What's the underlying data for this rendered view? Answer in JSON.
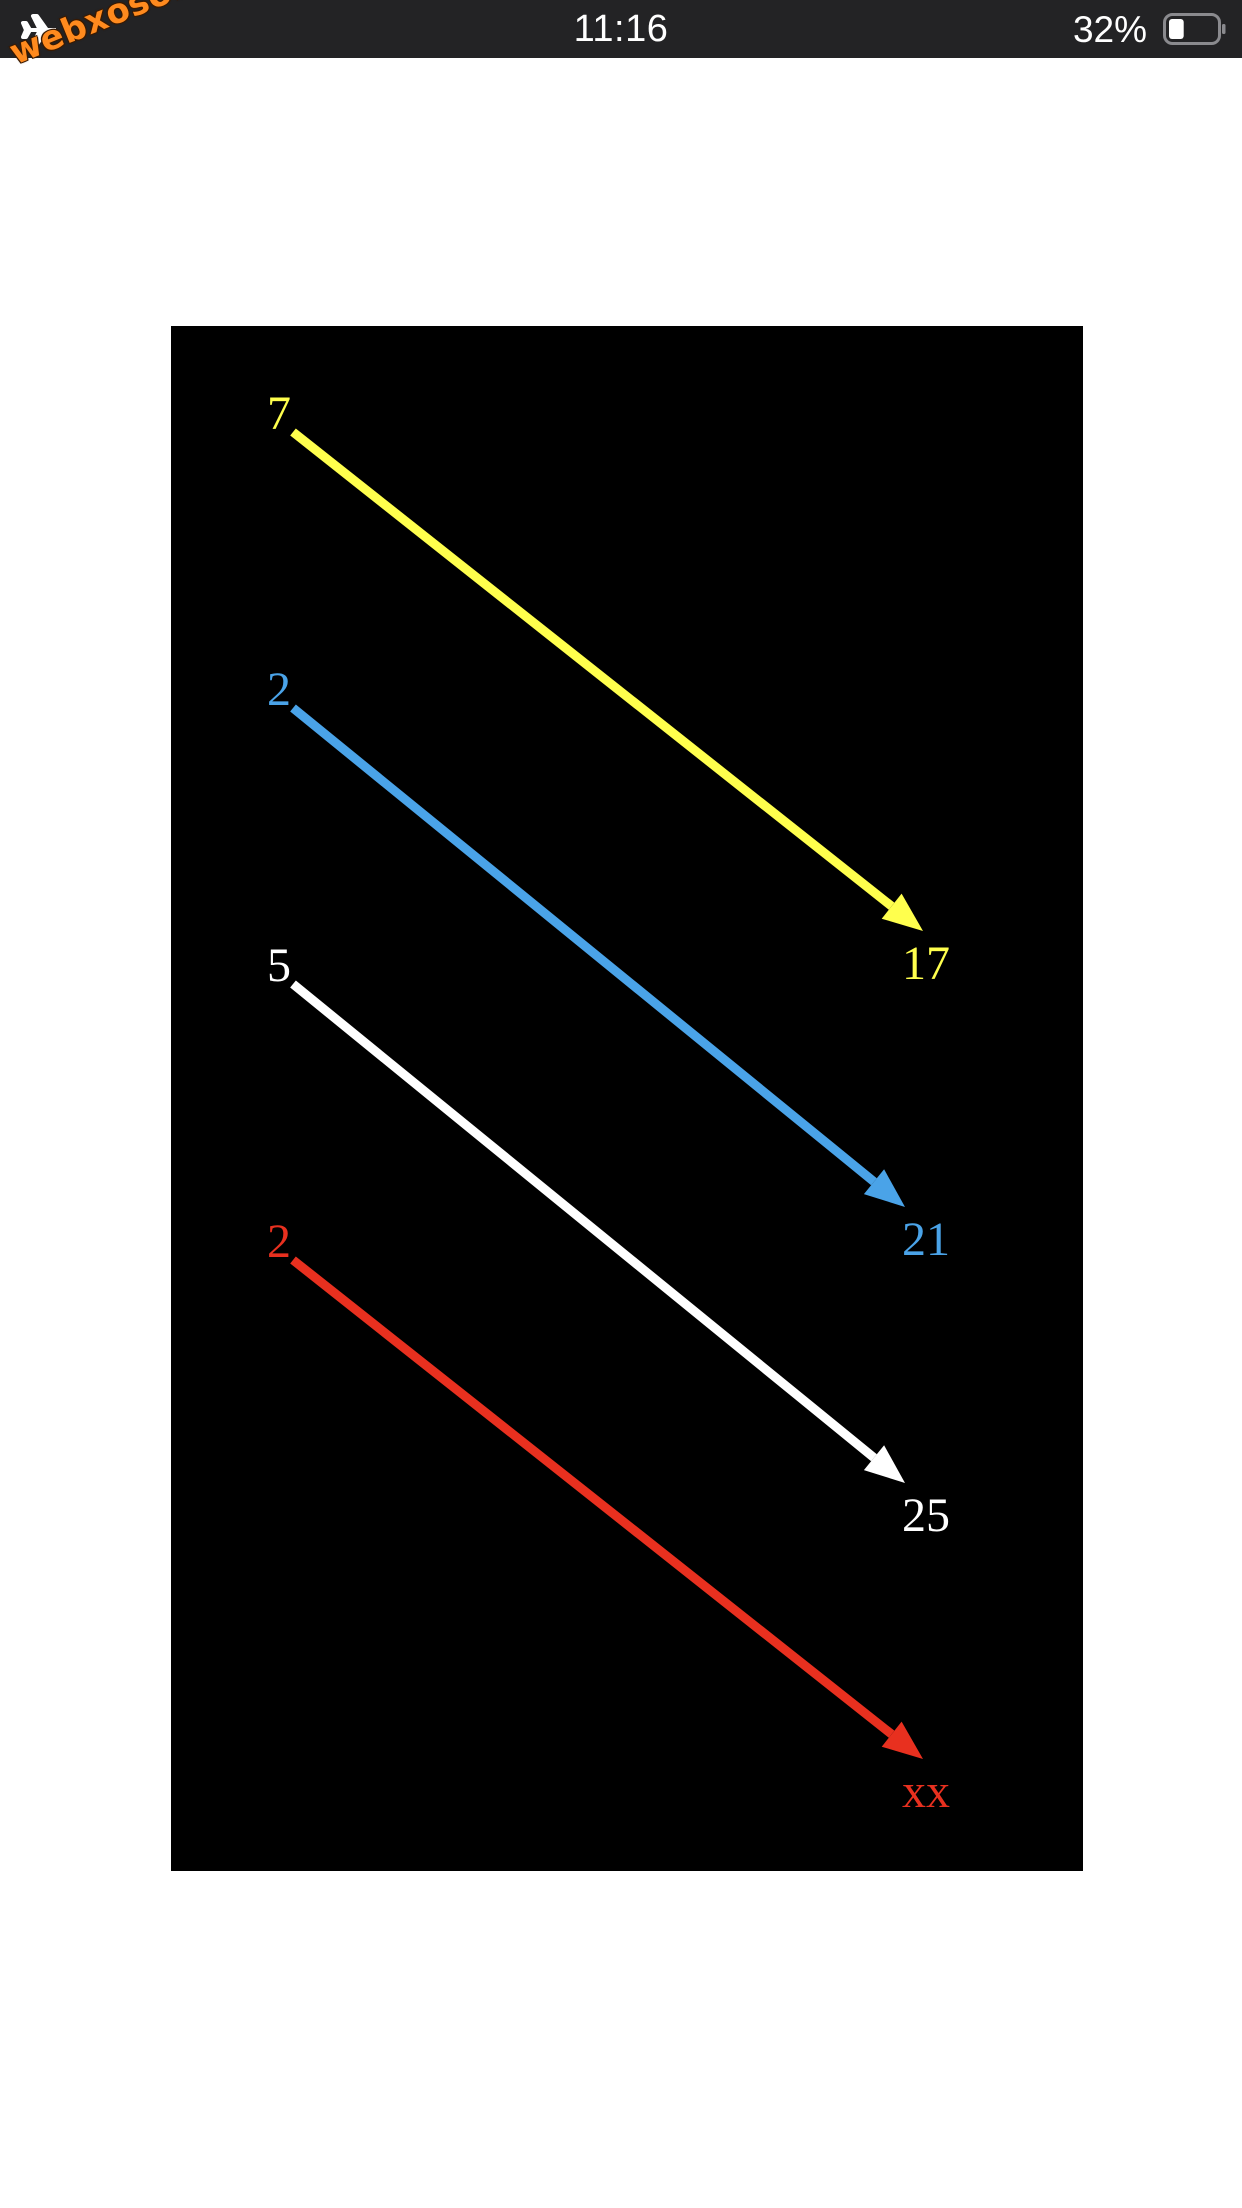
{
  "status_bar": {
    "time": "11:16",
    "battery_percent": "32%",
    "battery_level": 0.32,
    "left_icon": "airplane-mode-icon",
    "right_icon": "battery-icon"
  },
  "watermark": "webxoso.net",
  "diagram": {
    "background": "#000000",
    "rows": [
      {
        "start": "7",
        "end": "17",
        "color": "#ffff4d"
      },
      {
        "start": "2",
        "end": "21",
        "color": "#4aa3e8"
      },
      {
        "start": "5",
        "end": "25",
        "color": "#ffffff"
      },
      {
        "start": "2",
        "end": "xx",
        "color": "#e8301f"
      }
    ]
  }
}
